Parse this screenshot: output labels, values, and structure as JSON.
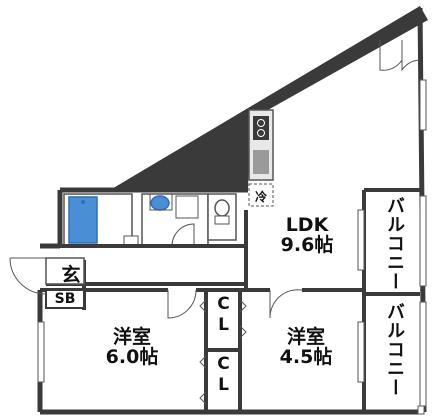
{
  "rooms": {
    "ldk": {
      "name": "LDK",
      "size": "9.6帖"
    },
    "western_room_1": {
      "name": "洋室",
      "size": "6.0帖"
    },
    "western_room_2": {
      "name": "洋室",
      "size": "4.5帖"
    },
    "closet_upper": {
      "name_line1": "C",
      "name_line2": "L"
    },
    "closet_lower": {
      "name_line1": "C",
      "name_line2": "L"
    },
    "entrance": {
      "name": "玄"
    },
    "shoe_box": {
      "name": "SB"
    },
    "fridge": {
      "name": "冷"
    },
    "balcony_upper": {
      "name": "バルコニー"
    },
    "balcony_lower": {
      "name": "バルコニー"
    }
  },
  "colors": {
    "wall": "#3a3a3a",
    "fixture": "#6b6b6b",
    "bath": "#4a8fd6",
    "bath_dark": "#2f6fb3"
  }
}
